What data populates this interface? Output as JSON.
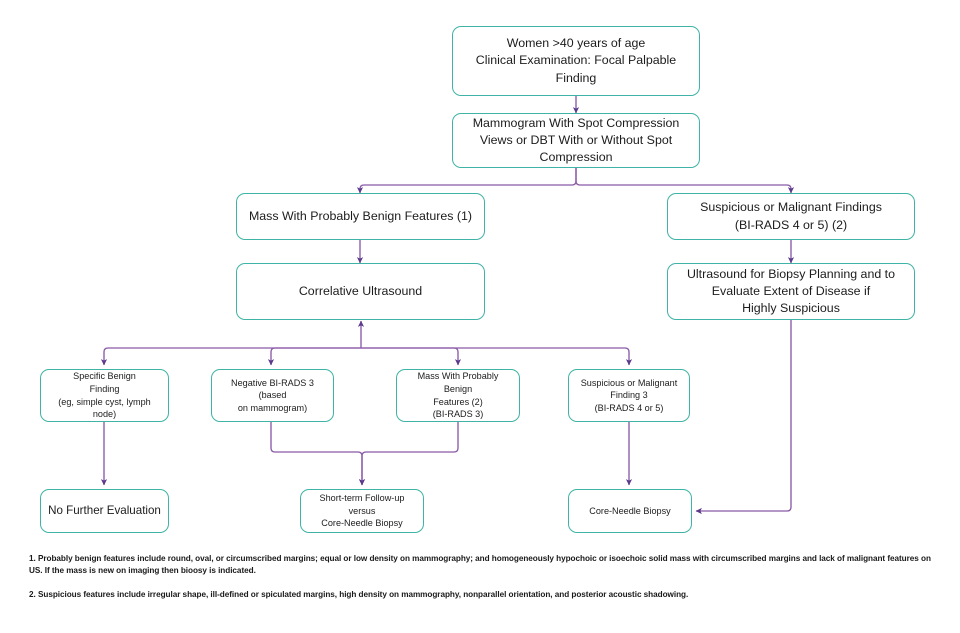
{
  "figure": {
    "type": "flowchart",
    "palette": {
      "node_border": "#3fb3a6",
      "node_fill": "#ffffff",
      "connector": "#8b5ba8",
      "arrowhead": "#5b3a8c",
      "text": "#1c1c1c",
      "background": "#ffffff"
    }
  },
  "nodes": {
    "entry": {
      "id": "entry",
      "label": "Women >40 years of age\nClinical Examination: Focal Palpable Finding"
    },
    "mammogram": {
      "id": "mammogram",
      "label": "Mammogram With Spot Compression\nViews or DBT With or Without Spot\nCompression"
    },
    "probably_benign": {
      "id": "probably-benign-mass",
      "label": "Mass With Probably Benign Features (1)"
    },
    "suspicious_findings": {
      "id": "suspicious-or-malignant-findings",
      "label": "Suspicious or Malignant Findings\n(BI-RADS 4 or 5) (2)"
    },
    "correlative_us": {
      "id": "correlative-ultrasound",
      "label": "Correlative Ultrasound"
    },
    "us_biopsy_planning": {
      "id": "ultrasound-for-biopsy-planning",
      "label": "Ultrasound for Biopsy Planning and to\nEvaluate Extent of Disease if\nHighly Suspicious"
    },
    "specific_benign": {
      "id": "specific-benign-finding",
      "label": "Specific Benign\nFinding\n(eg, simple cyst, lymph node)"
    },
    "negative_birads3": {
      "id": "negative-bi-rads-3",
      "label": "Negative BI-RADS 3 (based\non mammogram)"
    },
    "mass_pb_birads3": {
      "id": "mass-probably-benign-bi-rads-3",
      "label": "Mass With Probably Benign\nFeatures (2)\n(BI-RADS 3)"
    },
    "suspicious_finding3": {
      "id": "suspicious-or-malignant-finding-3",
      "label": "Suspicious or Malignant\nFinding 3\n(BI-RADS 4 or 5)"
    },
    "no_further_eval": {
      "id": "no-further-evaluation",
      "label": "No Further Evaluation"
    },
    "short_term_followup": {
      "id": "short-term-followup-versus-core-needle-biopsy",
      "label": "Short-term Follow-up versus\nCore-Needle Biopsy"
    },
    "core_needle_biopsy": {
      "id": "core-needle-biopsy",
      "label": "Core-Needle Biopsy"
    }
  },
  "edges": [
    {
      "from": "entry",
      "to": "mammogram"
    },
    {
      "from": "mammogram",
      "to": "probably_benign"
    },
    {
      "from": "mammogram",
      "to": "suspicious_findings"
    },
    {
      "from": "probably_benign",
      "to": "correlative_us"
    },
    {
      "from": "suspicious_findings",
      "to": "us_biopsy_planning"
    },
    {
      "from": "correlative_us",
      "to": "specific_benign"
    },
    {
      "from": "correlative_us",
      "to": "negative_birads3"
    },
    {
      "from": "correlative_us",
      "to": "mass_pb_birads3"
    },
    {
      "from": "correlative_us",
      "to": "suspicious_finding3"
    },
    {
      "from": "specific_benign",
      "to": "no_further_eval"
    },
    {
      "from": "negative_birads3",
      "to": "short_term_followup"
    },
    {
      "from": "mass_pb_birads3",
      "to": "short_term_followup"
    },
    {
      "from": "suspicious_finding3",
      "to": "core_needle_biopsy"
    },
    {
      "from": "us_biopsy_planning",
      "to": "core_needle_biopsy"
    }
  ],
  "footnotes": {
    "one": "1. Probably benign features include round, oval, or circumscribed margins; equal or low density on mammography; and homogeneously hypochoic or isoechoic solid mass with circumscribed margins and lack of malignant features on US. If the mass is new on imaging then bioosy is indicated.",
    "two": "2. Suspicious features include irregular shape, ill-defined or spiculated margins, high density on mammography, nonparallel orientation, and posterior acoustic shadowing."
  }
}
